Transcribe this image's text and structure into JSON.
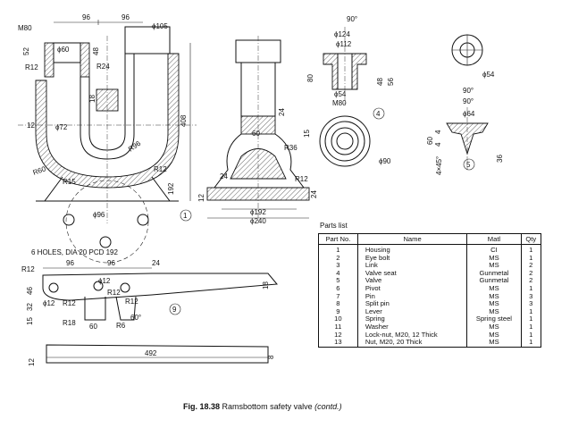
{
  "caption": {
    "fig": "Fig. 18.38",
    "title": "Ramsbottom safety valve",
    "suffix": "(contd.)"
  },
  "parts_list": {
    "title": "Parts list",
    "headers": [
      "Part No.",
      "Name",
      "Matl",
      "Qty"
    ],
    "rows": [
      [
        "1",
        "Housing",
        "CI",
        "1"
      ],
      [
        "2",
        "Eye bolt",
        "MS",
        "1"
      ],
      [
        "3",
        "Link",
        "MS",
        "2"
      ],
      [
        "4",
        "Valve seat",
        "Gunmetal",
        "2"
      ],
      [
        "5",
        "Valve",
        "Gunmetal",
        "2"
      ],
      [
        "6",
        "Pivot",
        "MS",
        "1"
      ],
      [
        "7",
        "Pin",
        "MS",
        "3"
      ],
      [
        "8",
        "Split pin",
        "MS",
        "3"
      ],
      [
        "9",
        "Lever",
        "MS",
        "1"
      ],
      [
        "10",
        "Spring",
        "Spring steel",
        "1"
      ],
      [
        "11",
        "Washer",
        "MS",
        "1"
      ],
      [
        "12",
        "Lock-nut, M20, 12 Thick",
        "MS",
        "1"
      ],
      [
        "13",
        "Nut, M20, 20 Thick",
        "MS",
        "1"
      ]
    ]
  },
  "housing": {
    "dims": {
      "m80": "M80",
      "d60": "ϕ60",
      "d105": "ϕ105",
      "w96a": "96",
      "w96b": "96",
      "r12a": "R12",
      "r24": "R24",
      "d18": "18",
      "h52": "52",
      "h48": "48",
      "d72": "ϕ72",
      "h12": "12",
      "r96": "R96",
      "h408": "408",
      "r60": "R60",
      "r15": "R15",
      "r12b": "R12",
      "h192": "192",
      "d96": "ϕ96",
      "holes": "6 HOLES, DIA 20  PCD 192",
      "part": "1"
    }
  },
  "side_view": {
    "dims": {
      "w60": "60",
      "h24": "24",
      "r36": "R36",
      "r12": "R12",
      "h24b": "24",
      "w24": "24",
      "h12": "12",
      "d192": "ϕ192",
      "d240": "ϕ240"
    }
  },
  "valve_seat": {
    "dims": {
      "a90": "90°",
      "d124": "ϕ124",
      "d112": "ϕ112",
      "h80": "80",
      "h48": "48",
      "h56": "56",
      "d54": "ϕ54",
      "m80": "M80",
      "part": "4",
      "h15": "15",
      "d90": "ϕ90"
    }
  },
  "valve": {
    "dims": {
      "d54": "ϕ54",
      "a90a": "90°",
      "a90b": "90°",
      "d64": "ϕ64",
      "h4": "4",
      "h60": "60",
      "h4b": "4",
      "cham": "4×45°",
      "h36": "36",
      "part": "5"
    }
  },
  "lever": {
    "dims": {
      "w96a": "96",
      "w96b": "96",
      "w24": "24",
      "r12a": "R12",
      "h46": "46",
      "h32": "32",
      "d12a": "ϕ12",
      "r12b": "R12",
      "d12b": "ϕ12",
      "r12c": "R12",
      "r12d": "R12",
      "h18": "18",
      "h15": "15",
      "r18": "R18",
      "w60": "60",
      "r6": "R6",
      "a60": "60°",
      "part": "9",
      "w492": "492",
      "h12": "12",
      "h8": "8"
    }
  }
}
